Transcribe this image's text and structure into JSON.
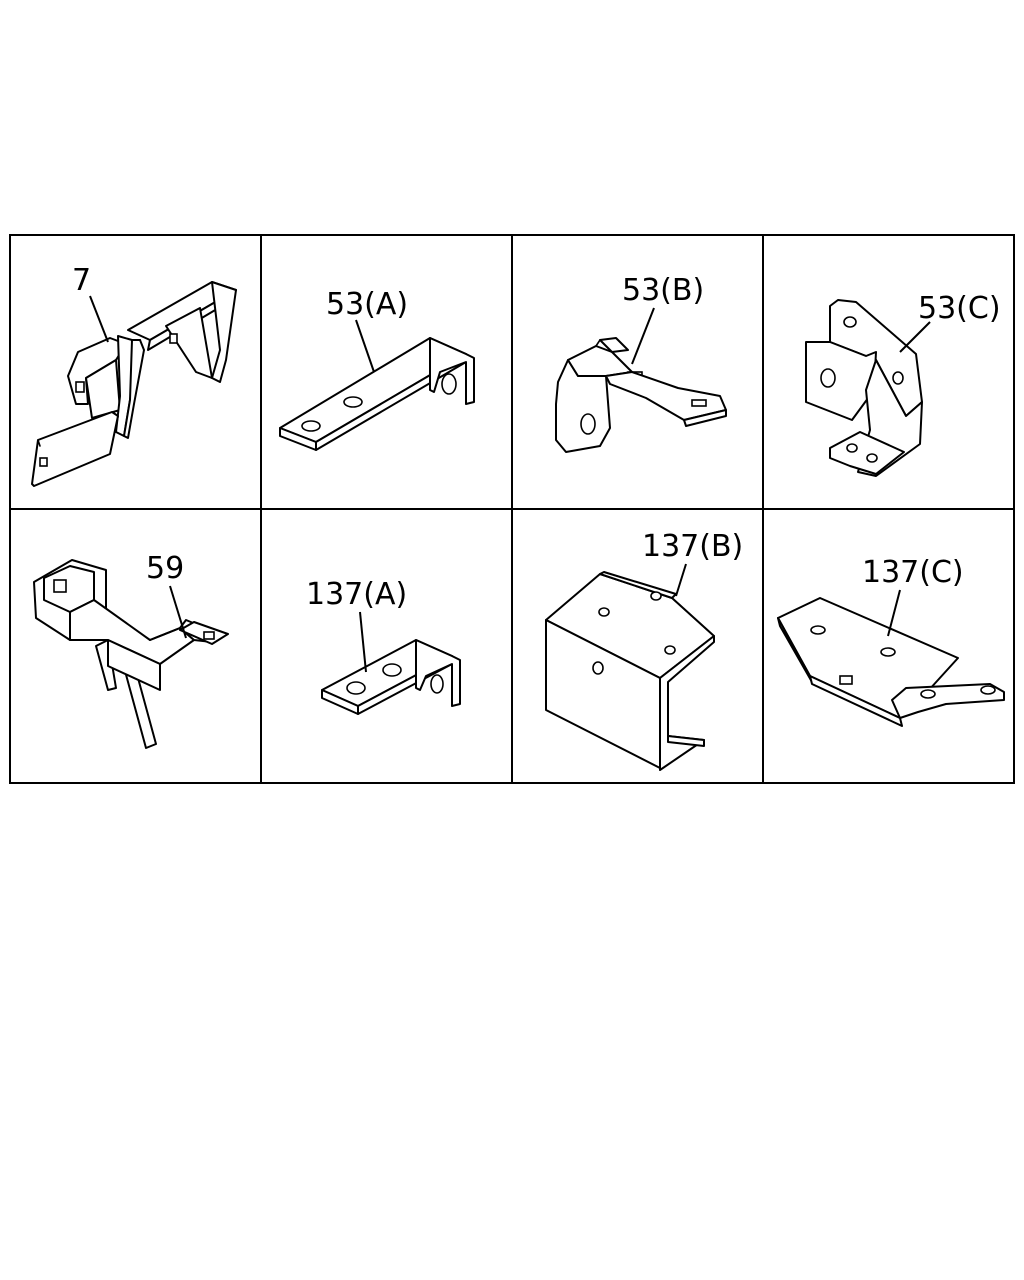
{
  "callouts": {
    "c1": "7",
    "c2": "53(A)",
    "c3": "53(B)",
    "c4": "53(C)",
    "c5": "59",
    "c6": "137(A)",
    "c7": "137(B)",
    "c8": "137(C)"
  }
}
